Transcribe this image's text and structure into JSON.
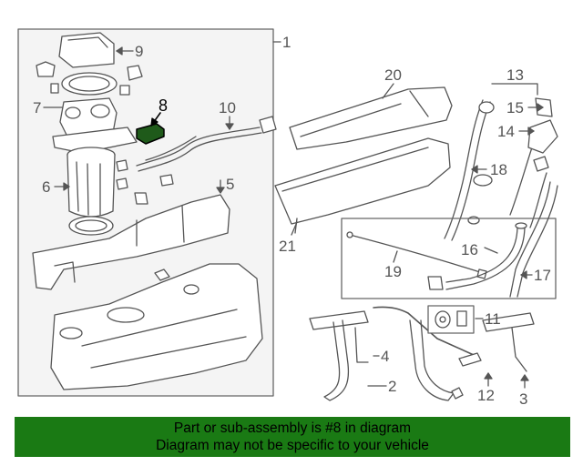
{
  "callouts": {
    "c1": "1",
    "c2": "2",
    "c3": "3",
    "c4": "4",
    "c5": "5",
    "c6": "6",
    "c7": "7",
    "c8": "8",
    "c9": "9",
    "c10": "10",
    "c11": "11",
    "c12": "12",
    "c13": "13",
    "c14": "14",
    "c15": "15",
    "c16": "16",
    "c17": "17",
    "c18": "18",
    "c19": "19",
    "c20": "20",
    "c21": "21"
  },
  "highlight_part": "8",
  "colors": {
    "banner": "#1a7a14",
    "highlight": "#1f5a1a",
    "line": "#555555"
  },
  "banner": {
    "line1": "Part or sub-assembly is #8 in diagram",
    "line2": "Diagram may not be specific to your vehicle"
  }
}
